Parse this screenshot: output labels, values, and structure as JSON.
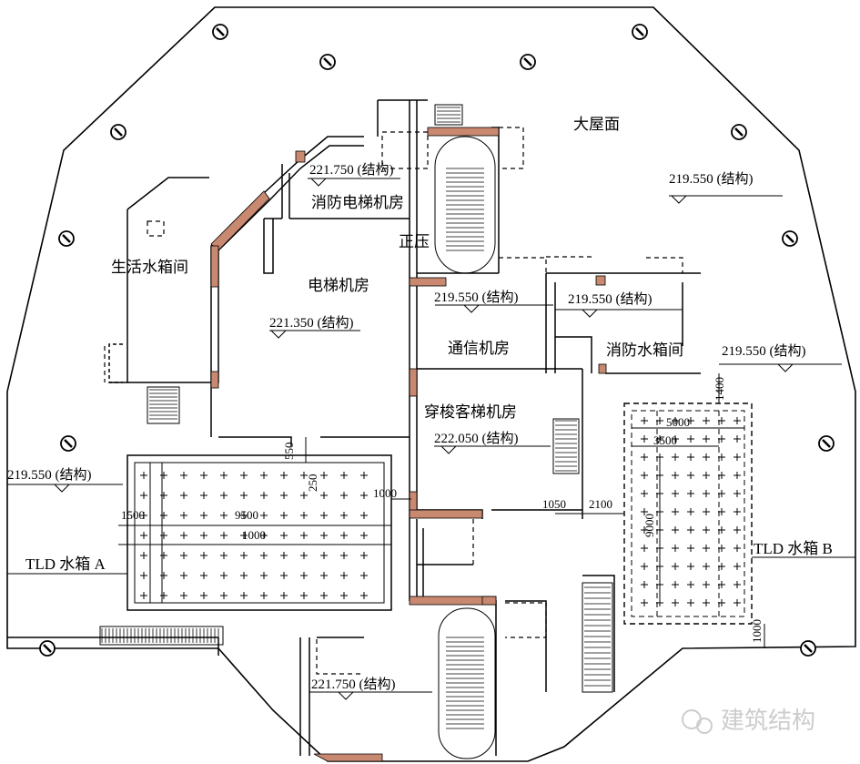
{
  "rooms": {
    "big_roof": "大屋面",
    "fire_elevator_room": "消防电梯机房",
    "pressurization": "正压",
    "domestic_tank_room": "生活水箱间",
    "elevator_room": "电梯机房",
    "telecom_room": "通信机房",
    "fire_tank_room": "消防水箱间",
    "shuttle_elevator_room": "穿梭客梯机房"
  },
  "elevations": {
    "e_fire_elev": "221.750 (结构)",
    "e_roof_right": "219.550 (结构)",
    "e_elev_room": "221.350 (结构)",
    "e_mid1": "219.550 (结构)",
    "e_mid2": "219.550 (结构)",
    "e_right2": "219.550 (结构)",
    "e_left": "219.550 (结构)",
    "e_shuttle": "222.050 (结构)",
    "e_bottom": "221.750 (结构)"
  },
  "tanks": {
    "tank_a": "TLD 水箱 A",
    "tank_b": "TLD 水箱 B"
  },
  "dimensions": {
    "d550": "550",
    "d250": "250",
    "d1000a": "1000",
    "d1500": "1500",
    "d9500": "9500",
    "d1000b": "1000",
    "d1050": "1050",
    "d2100": "2100",
    "d1400": "1400",
    "d5000": "5000",
    "d3500": "3500",
    "d9000": "9000",
    "d1000c": "1000"
  },
  "watermark": "建筑结构",
  "colors": {
    "wall_accent": "#c98870",
    "line": "#000000"
  }
}
